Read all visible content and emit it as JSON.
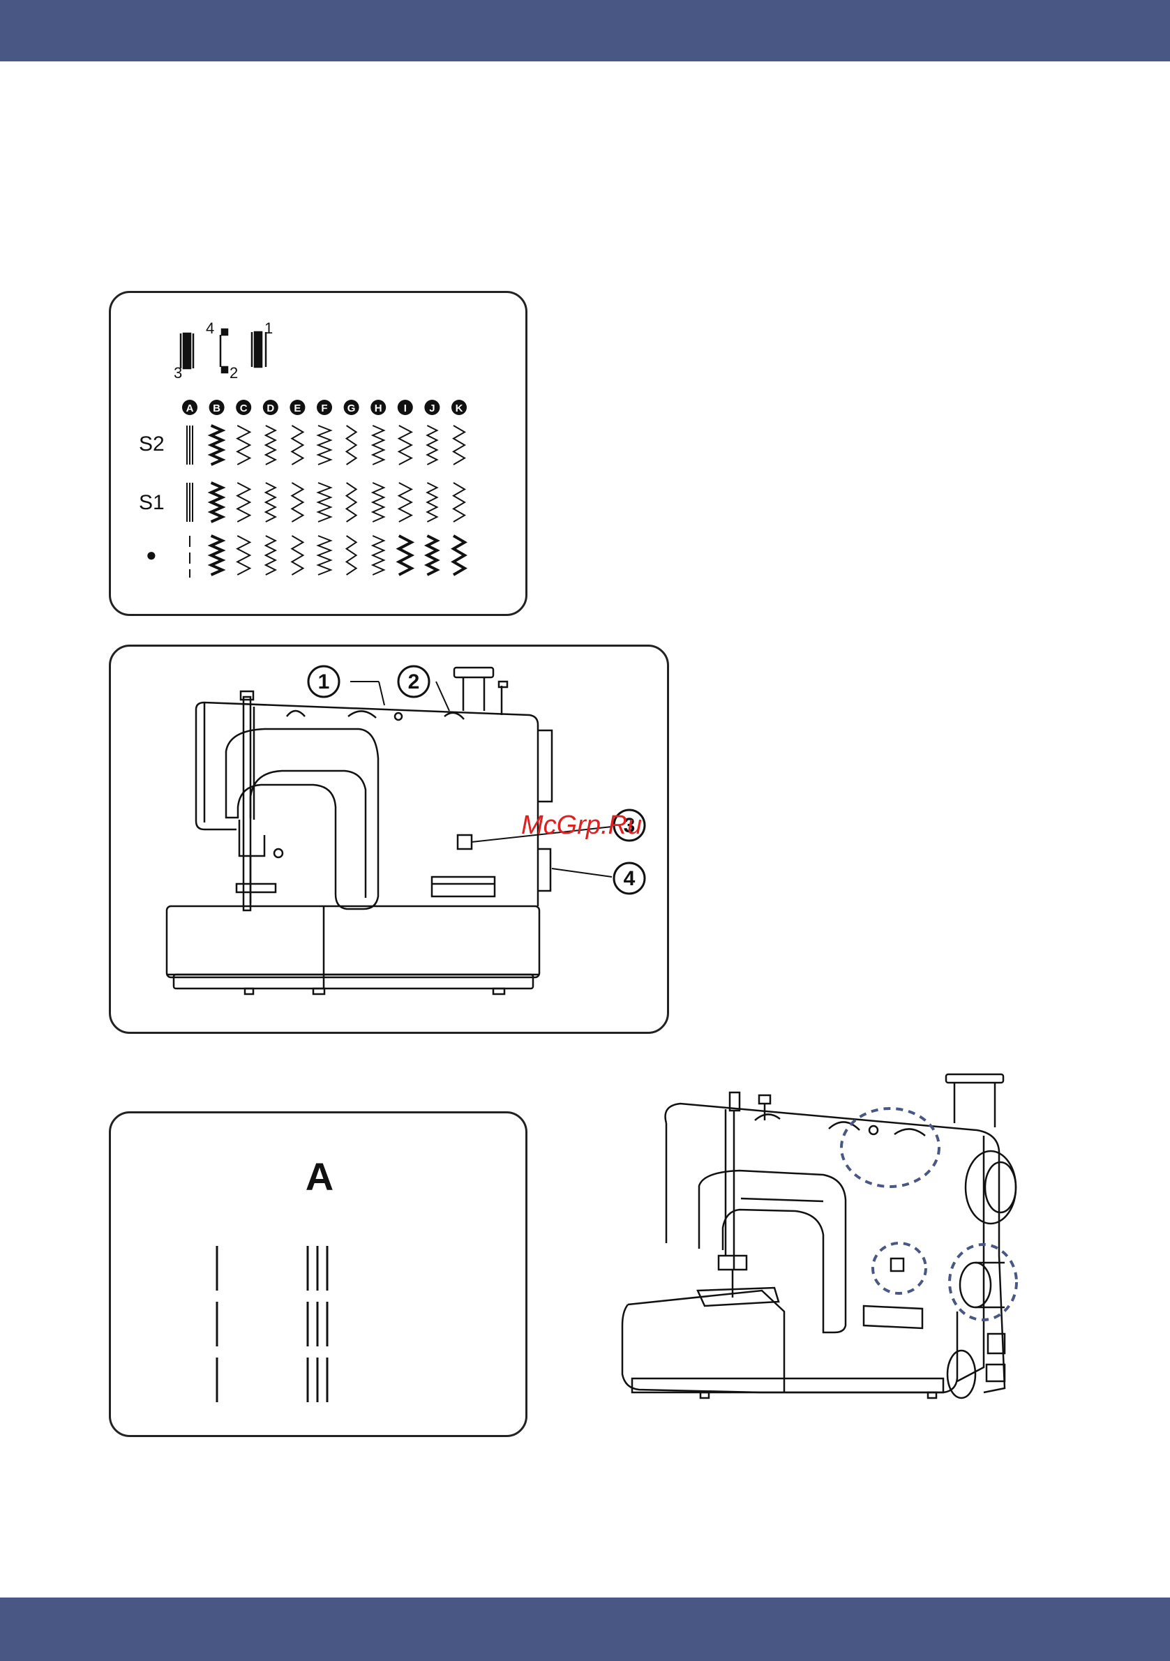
{
  "colors": {
    "band": "#485784",
    "ink": "#111111",
    "highlight": "#485784",
    "watermark": "#e02020"
  },
  "stitch_chart": {
    "direction_figures": [
      {
        "index": "3",
        "icon": "forward-arrow-stitch-icon"
      },
      {
        "index": "4",
        "icon": "short-stitch-icon"
      },
      {
        "index": "2",
        "icon": "short-stitch-icon"
      },
      {
        "index": "1",
        "icon": "reverse-arrow-stitch-icon"
      }
    ],
    "columns": [
      "A",
      "B",
      "C",
      "D",
      "E",
      "F",
      "G",
      "H",
      "I",
      "J",
      "K"
    ],
    "rows": [
      {
        "label": "S2"
      },
      {
        "label": "S1"
      },
      {
        "label": "●"
      }
    ]
  },
  "machine_front": {
    "callouts": [
      "1",
      "2",
      "3",
      "4"
    ],
    "watermark": "McGrp.Ru"
  },
  "pattern_a": {
    "title": "A"
  }
}
